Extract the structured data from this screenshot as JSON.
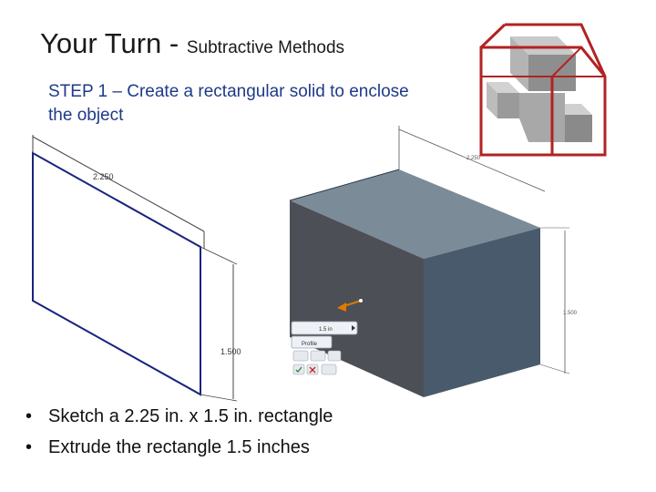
{
  "slide": {
    "title_main": "Your Turn - ",
    "title_sub": "Subtractive Methods",
    "step_text": "STEP 1 – Create a rectangular solid to enclose the object",
    "bullets": [
      "Sketch a 2.25 in. x 1.5 in. rectangle",
      "Extrude the rectangle 1.5 inches"
    ]
  },
  "figure": {
    "sketch_width_label": "2.250",
    "sketch_height_label": "1.500",
    "extrude_width_label": "2.250",
    "extrude_height_label": "1.500",
    "toolbar": {
      "distance_value": "1.5 in",
      "profile_label": "Profile"
    }
  },
  "colors": {
    "logo_outline": "#b22222",
    "solid_front": "#4d4f56",
    "solid_side": "#485a6b",
    "solid_top": "#7c8b98",
    "sketch_line": "#1a237e"
  }
}
